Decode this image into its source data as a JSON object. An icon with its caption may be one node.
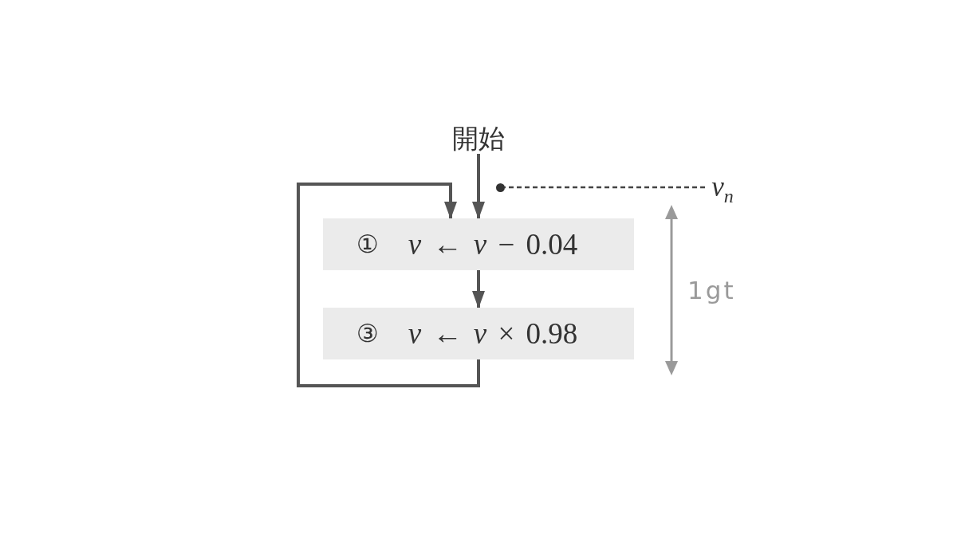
{
  "diagram": {
    "nodes": [
      {
        "text": [
          "開始"
        ]
      },
      {
        "text": [
          "①",
          "*v* ← *v* − 0.04"
        ]
      },
      {
        "text": [
          "③",
          "*v* ← *v* × 0.98"
        ]
      },
      {
        "text": [
          "v$_{n}$"
        ]
      },
      {
        "text": [],
        "shape": "circle"
      }
    ],
    "edges": [
      {
        "from": 0,
        "to": 1,
        "arrow": "to"
      },
      {
        "from": 1,
        "to": 2,
        "arrow": "to"
      },
      {
        "from": 2,
        "to": 1,
        "arrow": "to"
      },
      {
        "from": 3,
        "to": 4,
        "arrow": "none",
        "style": "dashed"
      }
    ],
    "labels": [
      "1gt"
    ]
  }
}
